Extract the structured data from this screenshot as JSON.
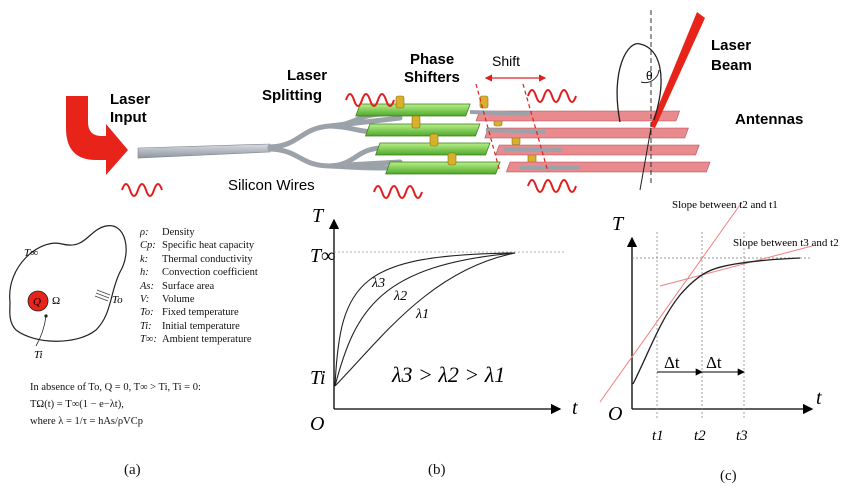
{
  "photonics": {
    "laser_input": [
      "Laser",
      "Input"
    ],
    "laser_splitting": [
      "Laser",
      "Splitting"
    ],
    "phase_shifters": [
      "Phase",
      "Shifters"
    ],
    "shift": "Shift",
    "laser_beam": [
      "Laser",
      "Beam"
    ],
    "antennas": "Antennas",
    "silicon_wires": "Silicon Wires",
    "theta": "θ"
  },
  "panel_a": {
    "t_inf": "T∞",
    "t_o": "To",
    "t_i": "Ti",
    "q": "Q",
    "omega": "Ω",
    "legend": [
      {
        "sym": "ρ:",
        "desc": "Density"
      },
      {
        "sym": "Cp:",
        "desc": "Specific heat capacity"
      },
      {
        "sym": "k:",
        "desc": "Thermal conductivity"
      },
      {
        "sym": "h:",
        "desc": "Convection coefficient"
      },
      {
        "sym": "As:",
        "desc": "Surface area"
      },
      {
        "sym": "V:",
        "desc": "Volume"
      },
      {
        "sym": "To:",
        "desc": "Fixed temperature"
      },
      {
        "sym": "Ti:",
        "desc": "Initial temperature"
      },
      {
        "sym": "T∞:",
        "desc": "Ambient temperature"
      }
    ],
    "note_lines": [
      "In absence of To, Q = 0, T∞ > Ti, Ti = 0:",
      "TΩ(t) = T∞(1 − e−λt),",
      "where λ = 1/τ = hAs/ρVCp"
    ],
    "caption": "(a)"
  },
  "panel_b": {
    "y_axis": "T",
    "x_axis": "t",
    "origin": "O",
    "t_inf": "T∞",
    "t_i": "Ti",
    "curve_labels": [
      "λ3",
      "λ2",
      "λ1"
    ],
    "relation": "λ3 > λ2 > λ1",
    "caption": "(b)"
  },
  "panel_c": {
    "y_axis": "T",
    "x_axis": "t",
    "origin": "O",
    "slope1": "Slope between t2 and t1",
    "slope2": "Slope between t3 and t2",
    "delta1": "Δt",
    "delta2": "Δt",
    "ticks": [
      "t1",
      "t2",
      "t3"
    ],
    "caption": "(c)"
  }
}
